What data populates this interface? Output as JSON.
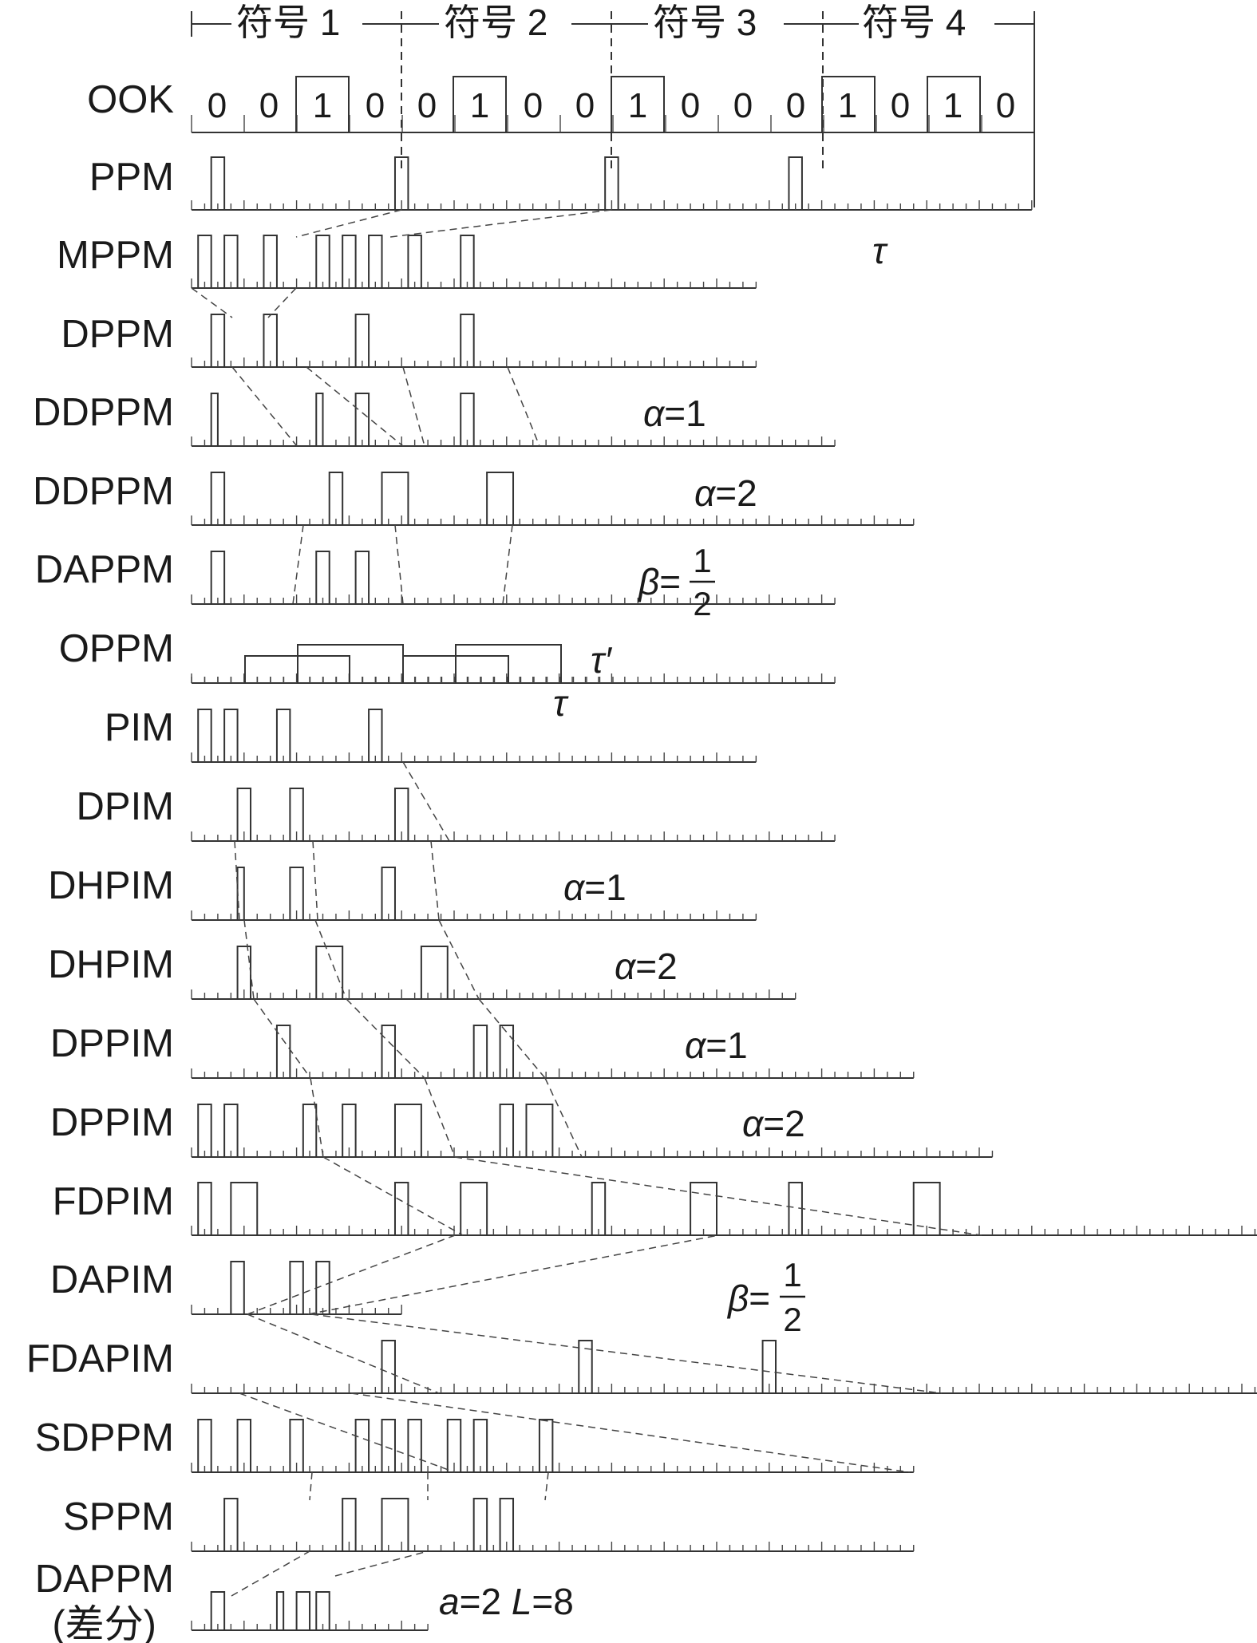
{
  "header": {
    "symbols": [
      "符号 1",
      "符号 2",
      "符号 3",
      "符号 4"
    ]
  },
  "ook_bits": [
    "0",
    "0",
    "1",
    "0",
    "0",
    "1",
    "0",
    "0",
    "1",
    "0",
    "0",
    "0",
    "1",
    "0",
    "1",
    "0"
  ],
  "rows": [
    {
      "label": "OOK"
    },
    {
      "label": "PPM"
    },
    {
      "label": "MPPM"
    },
    {
      "label": "DPPM"
    },
    {
      "label": "DDPPM"
    },
    {
      "label": "DDPPM"
    },
    {
      "label": "DAPPM"
    },
    {
      "label": "OPPM"
    },
    {
      "label": "PIM"
    },
    {
      "label": "DPIM"
    },
    {
      "label": "DHPIM"
    },
    {
      "label": "DHPIM"
    },
    {
      "label": "DPPIM"
    },
    {
      "label": "DPPIM"
    },
    {
      "label": "FDPIM"
    },
    {
      "label": "DAPIM"
    },
    {
      "label": "FDAPIM"
    },
    {
      "label": "SDPPM"
    },
    {
      "label": "SPPM"
    },
    {
      "label": "DAPPM"
    }
  ],
  "last_row_sublabel": "(差分)",
  "annotations": {
    "tau": "τ",
    "tau_prime": "τ′",
    "ddppm_a1_sym": "α",
    "ddppm_a1_val": "=1",
    "ddppm_a2_sym": "α",
    "ddppm_a2_val": "=2",
    "dappm_beta_sym": "β",
    "dappm_beta_eq": "=",
    "dhpim_a1_sym": "α",
    "dhpim_a1_val": "=1",
    "dhpim_a2_sym": "α",
    "dhpim_a2_val": "=2",
    "dppim_a1_sym": "α",
    "dppim_a1_val": "=1",
    "dppim_a2_sym": "α",
    "dppim_a2_val": "=2",
    "dapim_beta_sym": "β",
    "dapim_beta_eq": "=",
    "frac_num": "1",
    "frac_den": "2",
    "last_a": "a",
    "last_a_val": "=2 ",
    "last_L": "L",
    "last_L_val": "=8"
  }
}
